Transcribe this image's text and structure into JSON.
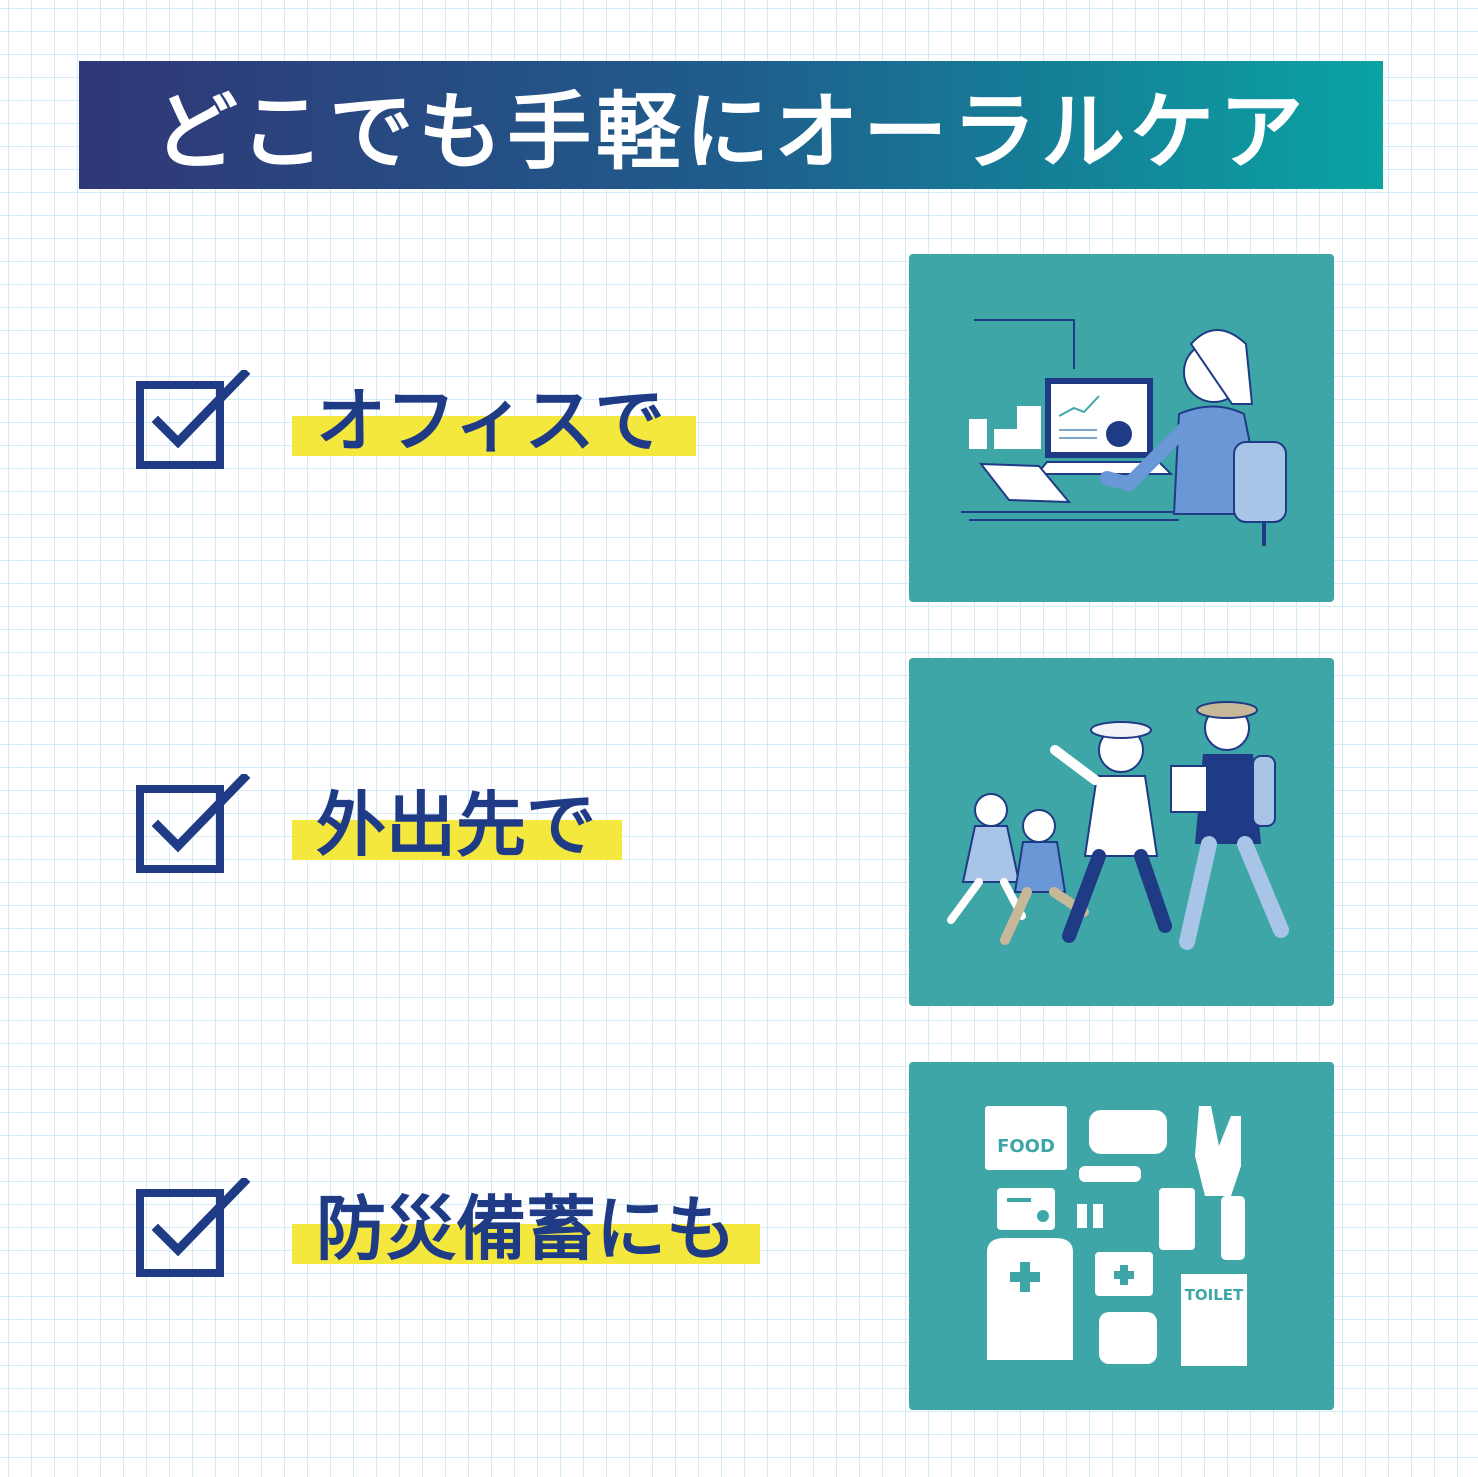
{
  "header": {
    "title": "どこでも手軽にオーラルケア"
  },
  "items": [
    {
      "label": "オフィスで"
    },
    {
      "label": "外出先で"
    },
    {
      "label": "防災備蓄にも"
    }
  ],
  "illustration_text": {
    "food": "FOOD",
    "toilet": "TOILET"
  },
  "colors": {
    "banner_start": "#303777",
    "banner_end": "#0aa3a3",
    "accent_text": "#1f3b86",
    "highlight": "#f4e83e",
    "card_bg": "#3ea6a6"
  }
}
